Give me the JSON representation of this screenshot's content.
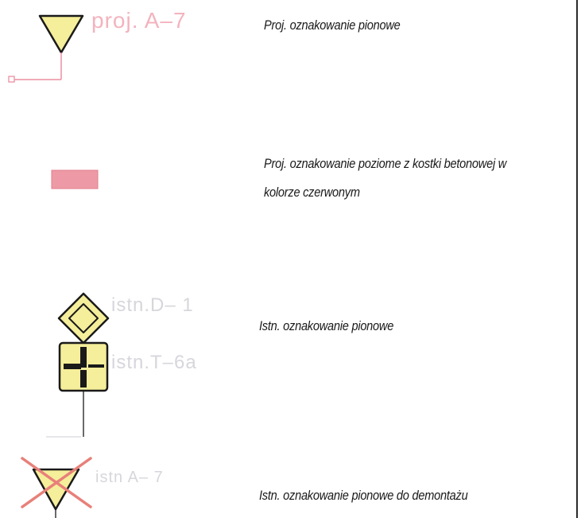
{
  "legend": [
    {
      "symbol_label": "proj. A–7",
      "description": "Proj.  oznakowanie pionowe"
    },
    {
      "description_line1": "Proj. oznakowanie  poziome z kostki  betonowej w",
      "description_line2": "kolorze czerwonym"
    },
    {
      "symbol_label_1": "istn.D– 1",
      "symbol_label_2": "istn.T–6a",
      "description": "Istn. oznakowanie pionowe"
    },
    {
      "symbol_label": "istn A– 7",
      "description": "Istn. oznakowanie pionowe do demontażu"
    }
  ],
  "colors": {
    "sign_fill": "#f5ee9a",
    "outline": "#1a1a1a",
    "proj_label": "#f3b3be",
    "istn_label": "#d6d6dc",
    "red_fill": "#ee9aa6",
    "cross": "#e8807a"
  }
}
